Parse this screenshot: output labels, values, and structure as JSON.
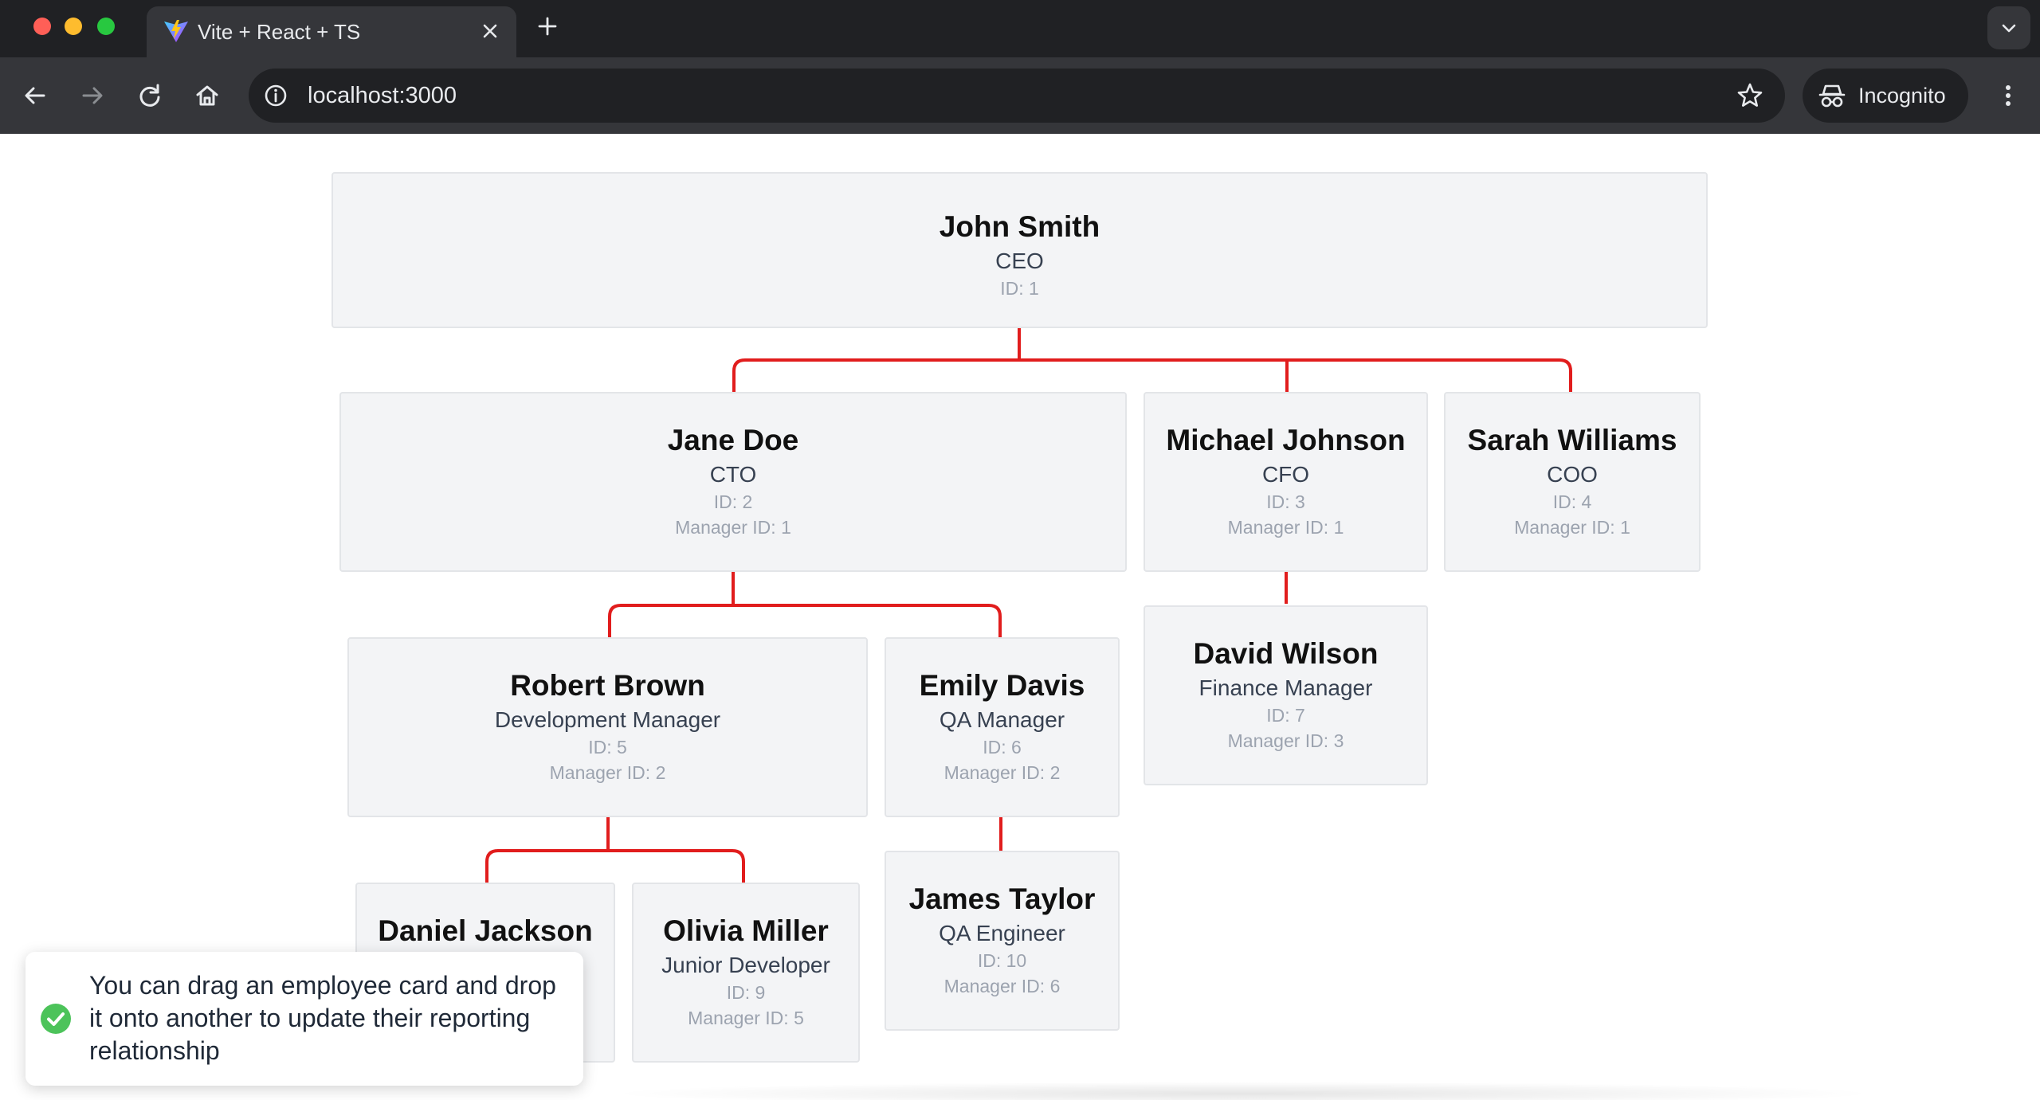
{
  "browser": {
    "tab_title": "Vite + React + TS",
    "url": "localhost:3000",
    "profile_label": "Incognito"
  },
  "employees": [
    {
      "name": "John Smith",
      "title": "CEO",
      "id": "ID: 1",
      "manager": ""
    },
    {
      "name": "Jane Doe",
      "title": "CTO",
      "id": "ID: 2",
      "manager": "Manager ID: 1"
    },
    {
      "name": "Michael Johnson",
      "title": "CFO",
      "id": "ID: 3",
      "manager": "Manager ID: 1"
    },
    {
      "name": "Sarah Williams",
      "title": "COO",
      "id": "ID: 4",
      "manager": "Manager ID: 1"
    },
    {
      "name": "Robert Brown",
      "title": "Development Manager",
      "id": "ID: 5",
      "manager": "Manager ID: 2"
    },
    {
      "name": "Emily Davis",
      "title": "QA Manager",
      "id": "ID: 6",
      "manager": "Manager ID: 2"
    },
    {
      "name": "David Wilson",
      "title": "Finance Manager",
      "id": "ID: 7",
      "manager": "Manager ID: 3"
    },
    {
      "name": "Daniel Jackson",
      "title": "",
      "id": "",
      "manager": ""
    },
    {
      "name": "Olivia Miller",
      "title": "Junior Developer",
      "id": "ID: 9",
      "manager": "Manager ID: 5"
    },
    {
      "name": "James Taylor",
      "title": "QA Engineer",
      "id": "ID: 10",
      "manager": "Manager ID: 6"
    }
  ],
  "toast": {
    "message": "You can drag an employee card and drop it onto another to update their reporting relationship"
  },
  "colors": {
    "connector": "#e11d1d",
    "card_bg": "#f3f4f6",
    "success": "#4cc35a"
  }
}
